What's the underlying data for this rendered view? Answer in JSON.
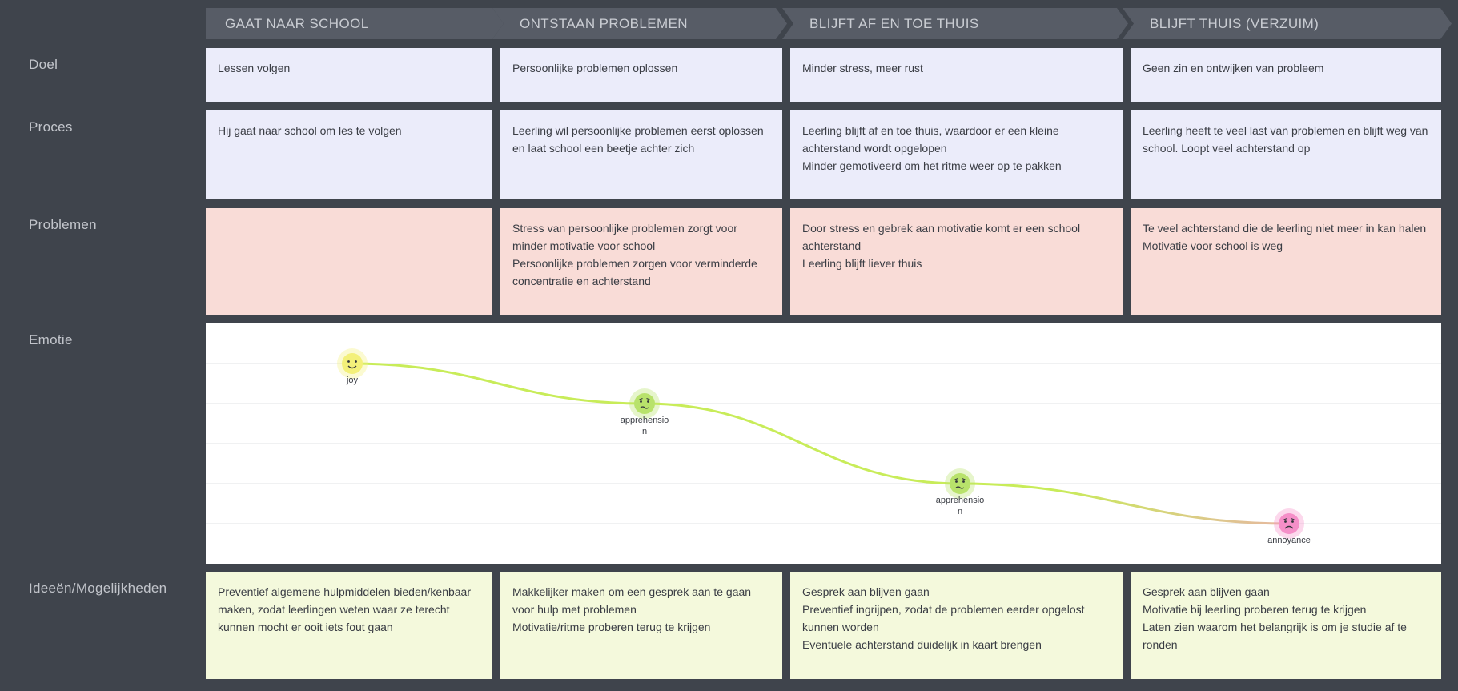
{
  "stages": [
    {
      "label": "GAAT NAAR SCHOOL"
    },
    {
      "label": "ONTSTAAN PROBLEMEN"
    },
    {
      "label": "BLIJFT AF EN TOE THUIS"
    },
    {
      "label": "BLIJFT THUIS (VERZUIM)"
    }
  ],
  "rows": {
    "doel": {
      "label": "Doel",
      "cells": [
        [
          "Lessen volgen"
        ],
        [
          "Persoonlijke problemen oplossen"
        ],
        [
          "Minder stress, meer rust"
        ],
        [
          "Geen zin en ontwijken van probleem"
        ]
      ]
    },
    "proces": {
      "label": "Proces",
      "cells": [
        [
          "Hij gaat naar school om les te volgen"
        ],
        [
          "Leerling wil persoonlijke problemen eerst oplossen en laat school een beetje achter zich"
        ],
        [
          "Leerling blijft af en toe thuis, waardoor er een kleine achterstand wordt opgelopen",
          "Minder gemotiveerd om het ritme weer op te pakken"
        ],
        [
          "Leerling heeft te veel last van problemen en blijft weg van school. Loopt veel achterstand op"
        ]
      ]
    },
    "problemen": {
      "label": "Problemen",
      "cells": [
        [],
        [
          "Stress van persoonlijke problemen zorgt voor minder motivatie voor school",
          "Persoonlijke problemen zorgen voor verminderde concentratie en achterstand"
        ],
        [
          "Door stress en gebrek aan motivatie komt er een school achterstand",
          "Leerling blijft liever thuis"
        ],
        [
          "Te veel achterstand die de leerling niet meer in kan halen",
          "Motivatie voor school is weg"
        ]
      ]
    },
    "emotie": {
      "label": "Emotie"
    },
    "ideeen": {
      "label": "Ideeën/Mogelijkheden",
      "cells": [
        [
          "Preventief algemene hulpmiddelen bieden/kenbaar maken, zodat leerlingen weten waar ze terecht kunnen mocht er ooit iets fout gaan"
        ],
        [
          "Makkelijker maken om een gesprek aan te gaan voor hulp met problemen",
          "Motivatie/ritme proberen terug te krijgen"
        ],
        [
          "Gesprek aan blijven gaan",
          "Preventief ingrijpen, zodat de problemen eerder opgelost kunnen worden",
          "Eventuele achterstand duidelijk in kaart brengen"
        ],
        [
          "Gesprek aan blijven gaan",
          "Motivatie bij leerling proberen terug te krijgen",
          "Laten zien waarom het belangrijk is om je studie af te ronden"
        ]
      ]
    }
  },
  "emotions": [
    {
      "stage": 0,
      "emotion": "joy",
      "level": 5,
      "face": "smile-face-icon",
      "color": "#f3f07a"
    },
    {
      "stage": 1,
      "emotion": "apprehension",
      "level": 4,
      "face": "worried-face-icon",
      "color": "#b8e26b"
    },
    {
      "stage": 2,
      "emotion": "apprehension",
      "level": 2,
      "face": "worried-face-icon",
      "color": "#b8e26b"
    },
    {
      "stage": 3,
      "emotion": "annoyance",
      "level": 1,
      "face": "frown-face-icon",
      "color": "#f58fc8"
    }
  ],
  "colors": {
    "background": "#3f444c",
    "stage_header": "#575c66",
    "doel_proces_cell": "#ebecfa",
    "problemen_cell": "#f9dcd7",
    "ideeen_cell": "#f4f9dc",
    "curve": "#c8ec59"
  }
}
